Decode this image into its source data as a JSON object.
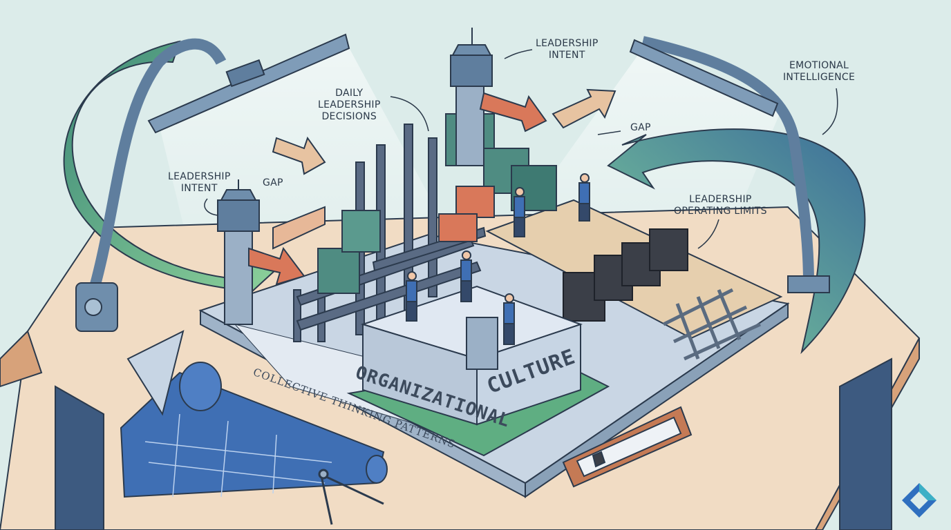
{
  "labels": {
    "leadership_intent_top": "LEADERSHIP\nINTENT",
    "leadership_intent_left": "LEADERSHIP\nINTENT",
    "daily_decisions": "DAILY\nLEADERSHIP\nDECISIONS",
    "gap_left": "GAP",
    "gap_right": "GAP",
    "emotional_intelligence": "EMOTIONAL\nINTELLIGENCE",
    "operating_limits": "LEADERSHIP\nOPERATING LIMITS",
    "organizational": "ORGANIZATIONAL",
    "culture": "CULTURE",
    "collective": "COLLECTIVE THINKING PATTERNS"
  },
  "colors": {
    "background": "#dcecea",
    "table_top": "#f1dcc4",
    "table_edge": "#d7a27a",
    "table_legs": "#3d5a80",
    "teal_block": "#4f8c82",
    "green_ribbon": "#5fae82",
    "orange_arrow": "#d9785a",
    "dark_block": "#3b3f48",
    "blueprint": "#3f6fb4",
    "lamp": "#5f7e9e"
  },
  "icons": {
    "logo": "diamond-logo-icon",
    "compass": "compass-icon",
    "blueprint": "blueprint-roll-icon"
  }
}
